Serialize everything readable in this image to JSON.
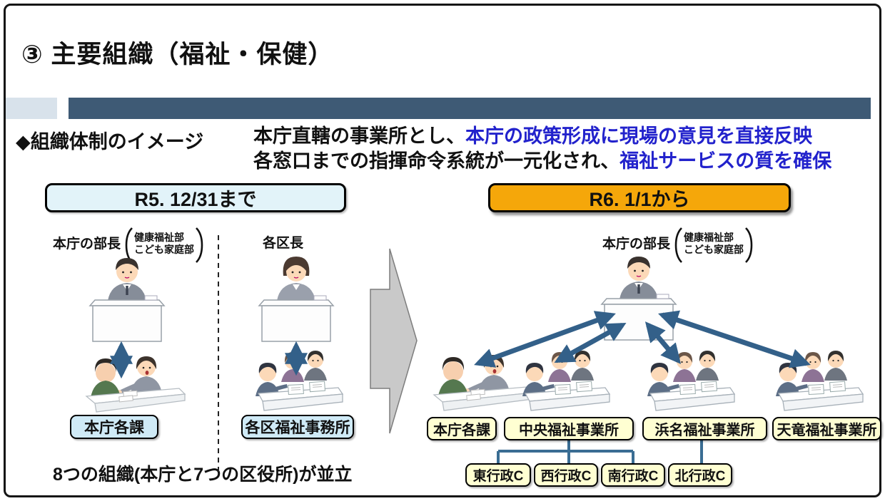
{
  "title": "③ 主要組織（福祉・保健）",
  "subtitle": {
    "label": "◆組織体制のイメージ",
    "line1_black": "本庁直轄の事業所とし、",
    "line1_blue": "本庁の政策形成に現場の意見を直接反映",
    "line2_black": "各窓口までの指揮命令系統が一元化され、",
    "line2_blue": "福祉サービスの質を確保"
  },
  "before": {
    "header": "R5. 12/31まで",
    "org1": {
      "label": "本庁の部長",
      "dept1": "健康福祉部",
      "dept2": "こども家庭部",
      "box": "本庁各課"
    },
    "org2": {
      "label": "各区長",
      "box": "各区福祉事務所"
    },
    "note": "8つの組織(本庁と7つの区役所)が並立"
  },
  "after": {
    "header": "R6. 1/1から",
    "leader": {
      "label": "本庁の部長",
      "dept1": "健康福祉部",
      "dept2": "こども家庭部"
    },
    "boxes": [
      "本庁各課",
      "中央福祉事業所",
      "浜名福祉事業所",
      "天竜福祉事業所"
    ],
    "sub_boxes": [
      "東行政C",
      "西行政C",
      "南行政C",
      "北行政C"
    ]
  },
  "colors": {
    "accent_steel": "#336089",
    "header_bar": "#3e5a75",
    "header_bar_light": "#d8e2eb",
    "before_fill": "#e2f3f9",
    "before_label_fill": "#cfeaf6",
    "after_fill": "#f5a70a",
    "after_label_fill": "#ffffd2",
    "text_blue": "#2222cc"
  }
}
